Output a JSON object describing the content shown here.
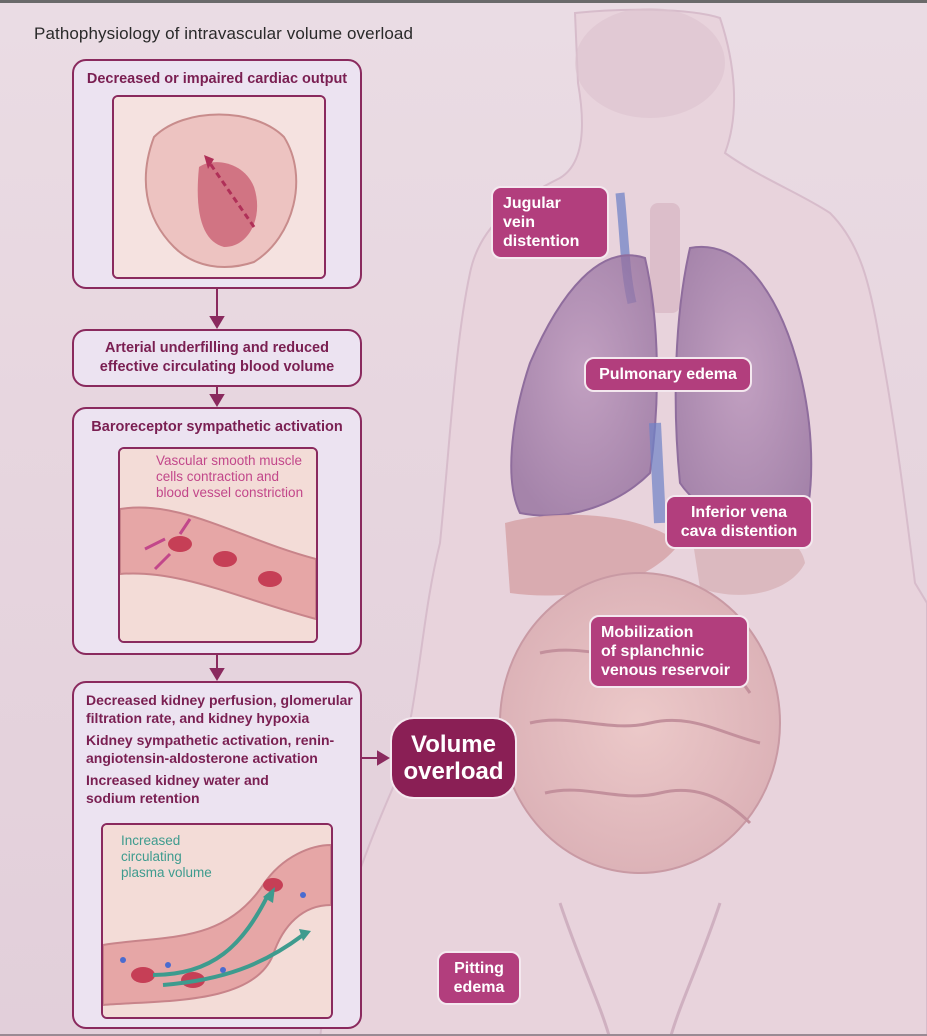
{
  "title": "Pathophysiology of intravascular volume overload",
  "flow": {
    "step1": "Decreased or impaired cardiac output",
    "step2": [
      "Arterial underfilling and reduced",
      "effective circulating blood volume"
    ],
    "step3": "Baroreceptor sympathetic activation",
    "step3_annotation": [
      "Vascular smooth muscle",
      "cells contraction and",
      "blood vessel constriction"
    ],
    "step4": [
      [
        "Decreased kidney perfusion, glomerular",
        "filtration rate, and kidney hypoxia"
      ],
      [
        "Kidney sympathetic activation, renin-",
        "angiotensin-aldosterone activation"
      ],
      [
        "Increased kidney water and",
        "sodium retention"
      ]
    ],
    "step4_annotation": [
      "Increased",
      "circulating",
      "plasma volume"
    ]
  },
  "outcome": [
    "Volume",
    "overload"
  ],
  "signs": {
    "jugular": [
      "Jugular vein",
      "distention"
    ],
    "pulmonary": "Pulmonary edema",
    "ivc": [
      "Inferior vena",
      "cava distention"
    ],
    "splanchnic": [
      "Mobilization",
      "of splanchnic",
      "venous reservoir"
    ],
    "pitting": [
      "Pitting",
      "edema"
    ]
  },
  "colors": {
    "accent": "#8a1f55",
    "label": "#b23e7d",
    "panel": "#ece3f1",
    "annotation_pink": "#c2478a",
    "annotation_teal": "#3e9b8e"
  }
}
